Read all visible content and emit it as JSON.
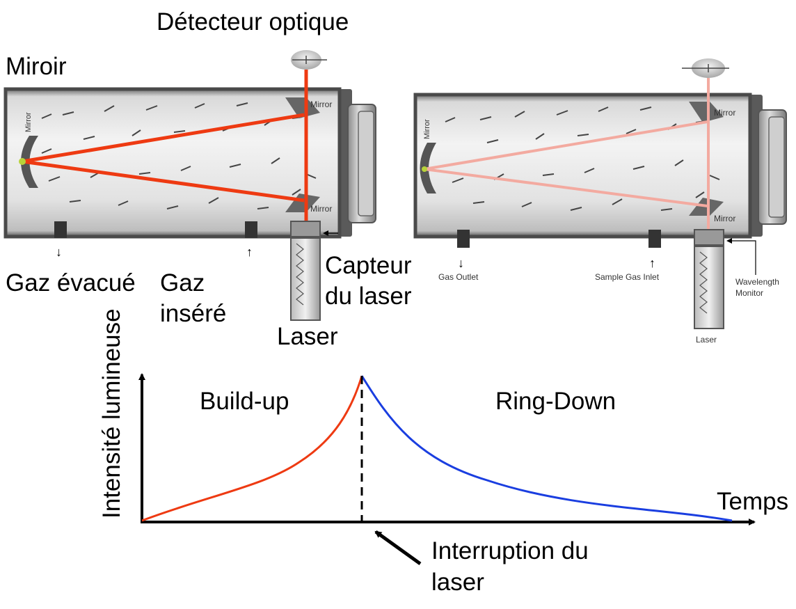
{
  "labels_fr": {
    "detector": "Détecteur optique",
    "mirror": "Miroir",
    "gas_out": "Gaz évacué",
    "gas_in_1": "Gaz",
    "gas_in_2": "inséré",
    "sensor_1": "Capteur",
    "sensor_2": "du laser",
    "laser": "Laser"
  },
  "labels_en": {
    "mirror": "Mirror",
    "gas_outlet": "Gas Outlet",
    "sample_gas_inlet": "Sample Gas Inlet",
    "wavelength_1": "Wavelength",
    "wavelength_2": "Monitor",
    "laser": "Laser"
  },
  "graph": {
    "ylabel": "Intensité lumineuse",
    "xlabel": "Temps",
    "build_up": "Build-up",
    "ring_down": "Ring-Down",
    "interrupt_1": "Interruption du",
    "interrupt_2": "laser"
  },
  "colors": {
    "beam_active": "#ee3a12",
    "beam_faded": "#f3aaa0",
    "build_up_curve": "#ee3a12",
    "ring_down_curve": "#1a3ee0",
    "axis": "#000000"
  }
}
